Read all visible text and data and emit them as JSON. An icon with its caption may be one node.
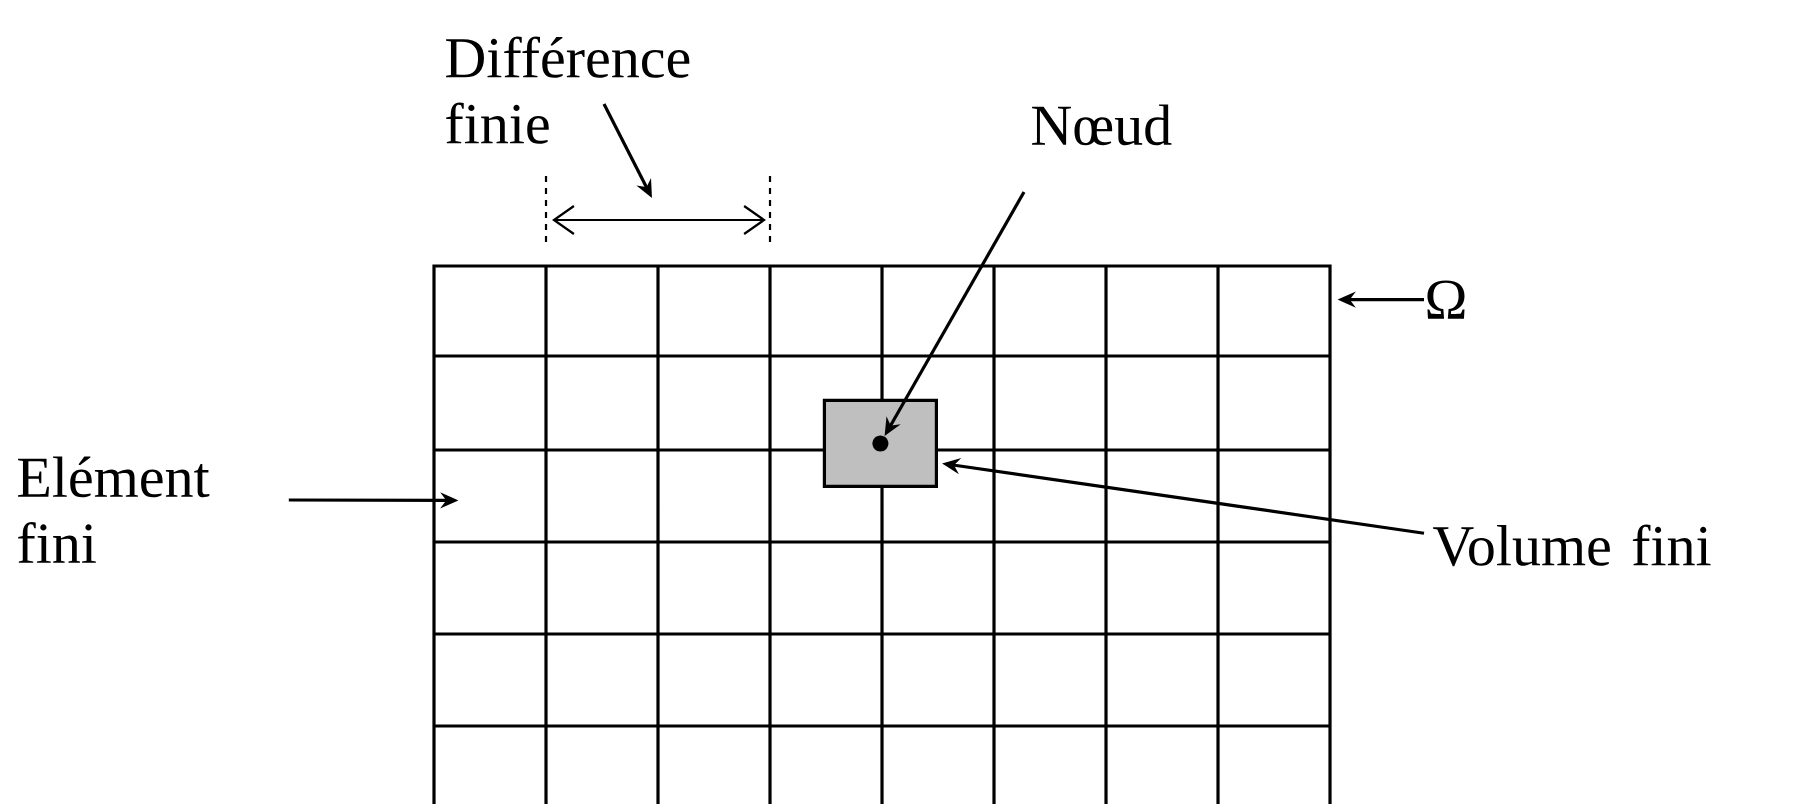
{
  "diagram": {
    "nodes": [
      {
        "text": [
          "Différence finie"
        ]
      },
      {
        "text": [
          "Nœud"
        ]
      },
      {
        "text": [
          "Ω"
        ]
      },
      {
        "text": [],
        "shape": "box"
      },
      {
        "text": [],
        "shape": "box",
        "in": 3
      },
      {
        "text": [],
        "shape": "circle",
        "in": 4
      },
      {
        "text": [
          "Elément fini"
        ]
      },
      {
        "text": [
          "Volume fini"
        ]
      }
    ],
    "edges": [
      {
        "from": 0,
        "to": null,
        "arrow": "to"
      },
      {
        "from": 1,
        "to": 5,
        "arrow": "to"
      },
      {
        "from": 2,
        "to": 3,
        "arrow": "to"
      },
      {
        "from": 6,
        "to": 3,
        "arrow": "to"
      },
      {
        "from": 7,
        "to": 4,
        "arrow": "to"
      }
    ]
  }
}
